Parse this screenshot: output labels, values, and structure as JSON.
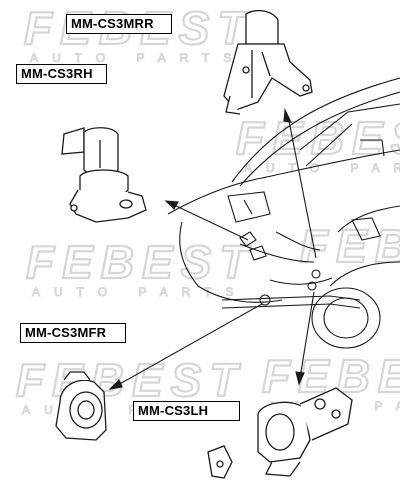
{
  "labels": {
    "rear": "MM-CS3MRR",
    "right": "MM-CS3RH",
    "front": "MM-CS3MFR",
    "left": "MM-CS3LH"
  },
  "watermark": {
    "brand": "FEBEST",
    "tagline": "AUTO PARTS"
  },
  "colors": {
    "line": "#1a1a1a",
    "watermark": "#d9d9d9",
    "label_border": "#000000"
  }
}
